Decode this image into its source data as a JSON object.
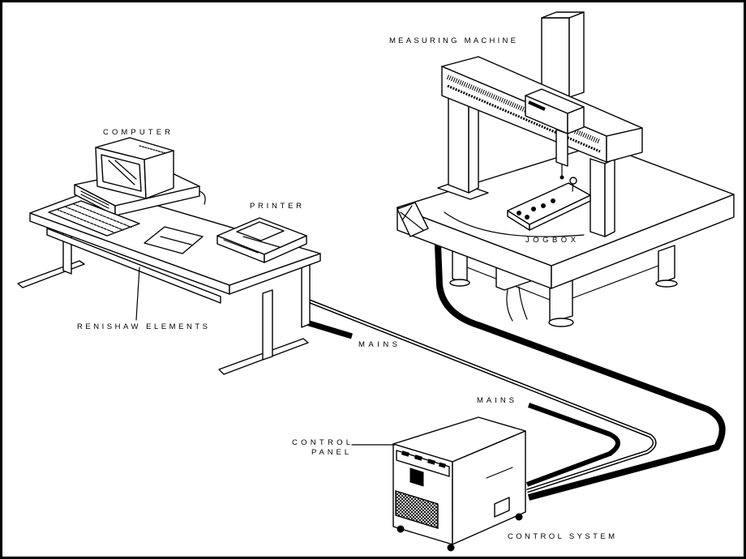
{
  "labels": {
    "measuring_machine": "MEASURING MACHINE",
    "computer": "COMPUTER",
    "printer": "PRINTER",
    "jogbox": "JOGBOX",
    "renishaw_elements": "RENISHAW ELEMENTS",
    "mains_1": "MAINS",
    "mains_2": "MAINS",
    "control_panel": [
      "CONTROL",
      "PANEL"
    ],
    "control_system": "CONTROL SYSTEM"
  },
  "colors": {
    "line": "#000000",
    "background": "#ffffff"
  }
}
